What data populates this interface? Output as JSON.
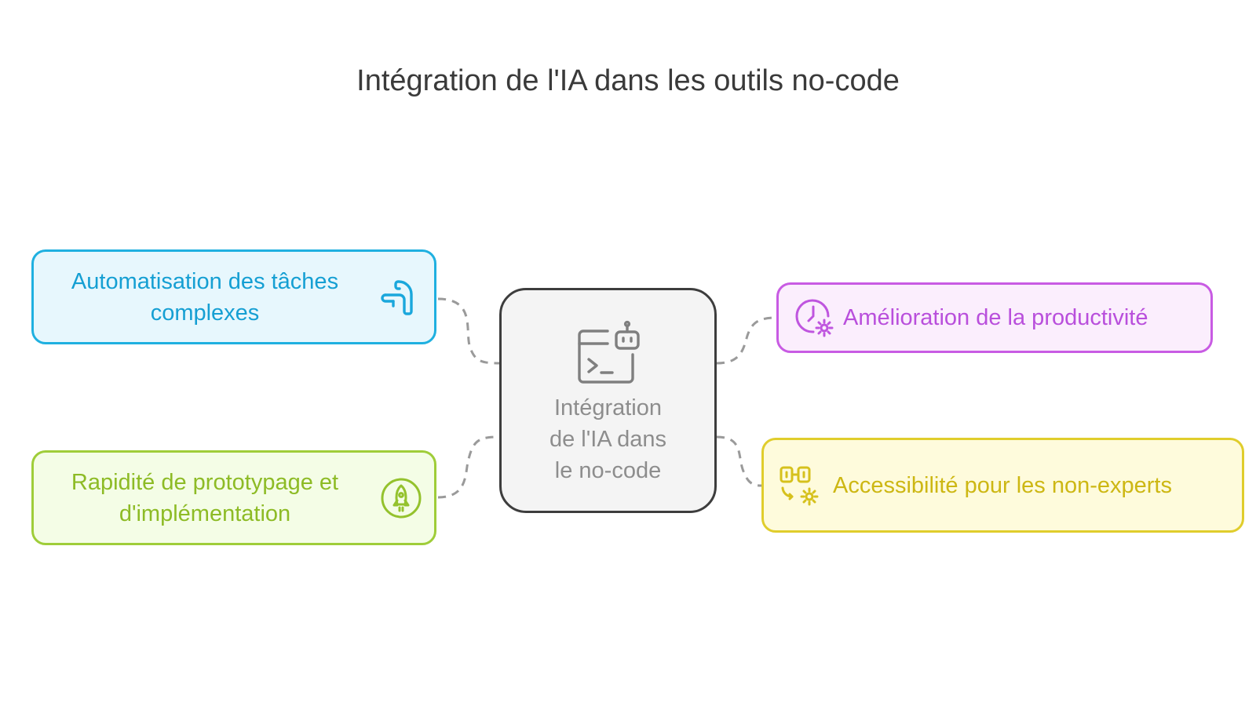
{
  "title": "Intégration de l'IA dans les outils no-code",
  "center": {
    "label_lines": [
      "Intégration",
      "de l'IA dans",
      "le no-code"
    ],
    "icon": "terminal-robot-icon",
    "color": "#8d8d8d"
  },
  "nodes": {
    "automation": {
      "label_lines": [
        "Automatisation des tâches",
        "complexes"
      ],
      "icon": "pipe-icon",
      "color": "#159fd3"
    },
    "rapidity": {
      "label_lines": [
        "Rapidité de prototypage et",
        "d'implémentation"
      ],
      "icon": "rocket-icon",
      "color": "#8dbb25"
    },
    "productivity": {
      "label": "Amélioration de la productivité",
      "icon": "clock-gear-icon",
      "color": "#b94fdc"
    },
    "accessibility": {
      "label": "Accessibilité pour les non-experts",
      "icon": "blocks-gear-icon",
      "color": "#cdb713"
    }
  },
  "connector_color": "#9a9a9a"
}
